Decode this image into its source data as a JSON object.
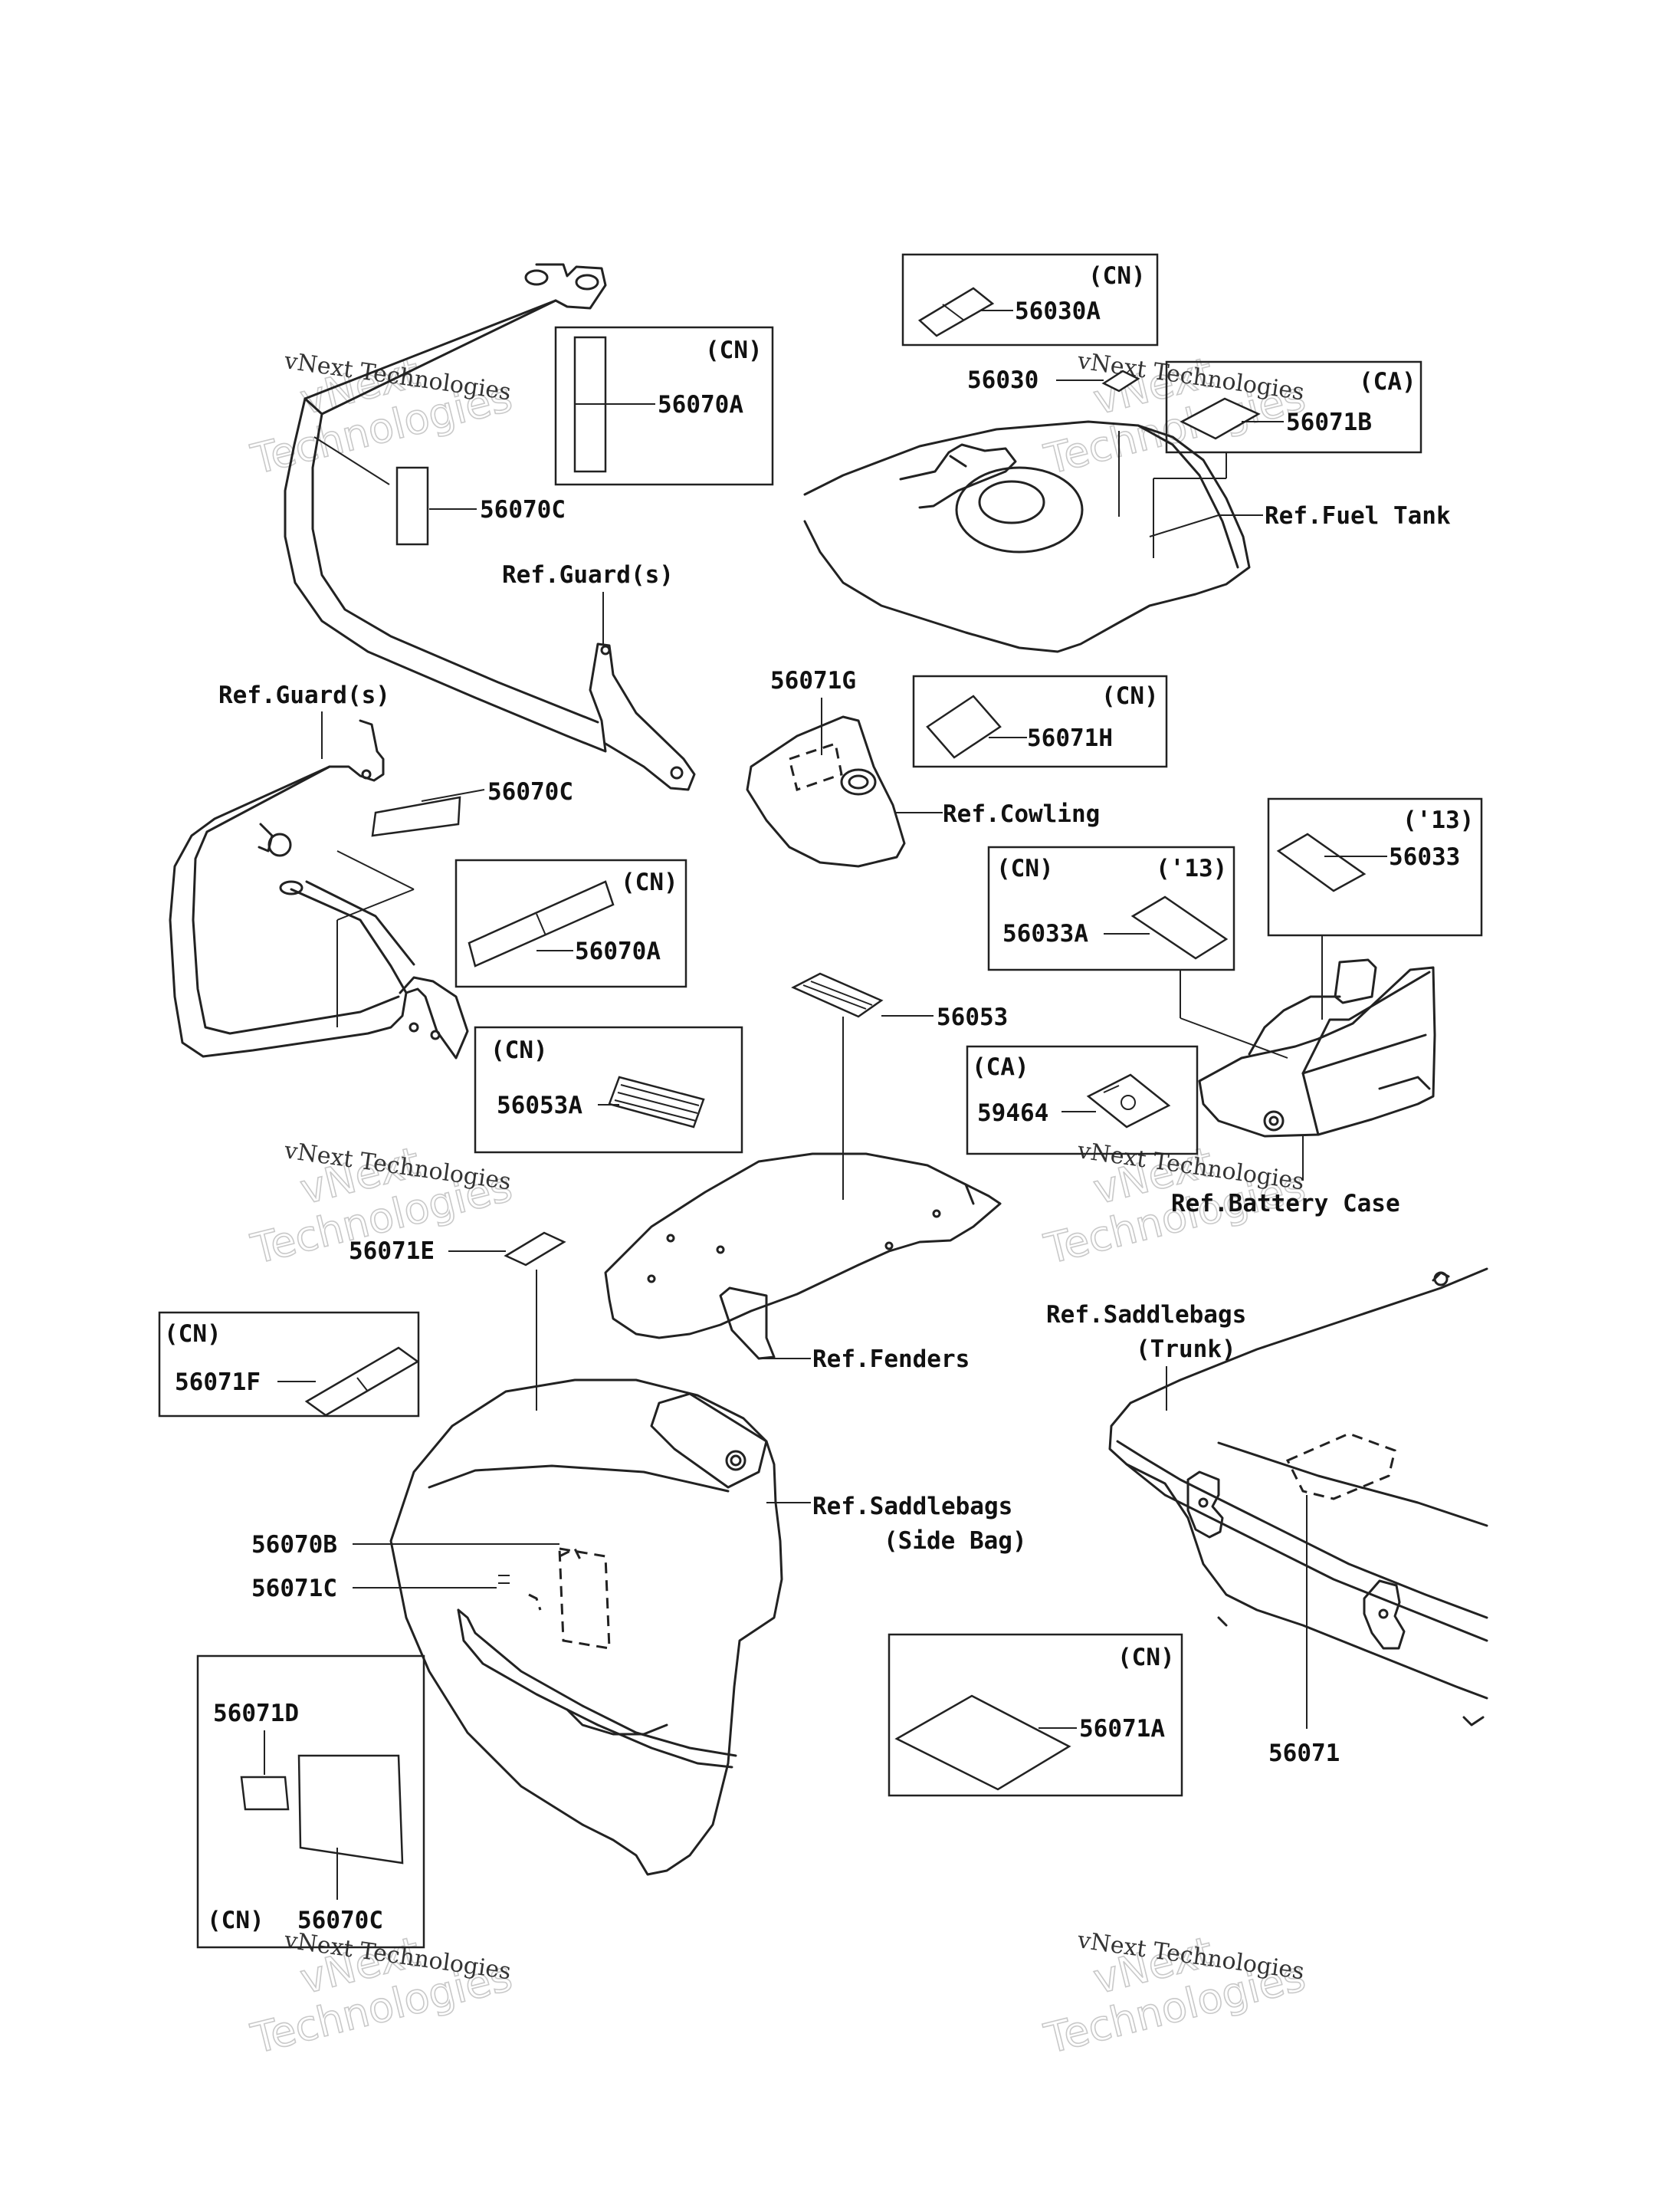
{
  "watermark": {
    "line1": "vNext",
    "line2": "vNext Technologies",
    "line3": "Technologies"
  },
  "labels": {
    "p56070A_top": "56070A",
    "p56070C_top": "56070C",
    "ref_guard_1": "Ref.Guard(s)",
    "ref_guard_2": "Ref.Guard(s)",
    "p56070C_mid": "56070C",
    "p56070A_mid": "56070A",
    "p56053A": "56053A",
    "p56030A": "56030A",
    "p56030": "56030",
    "p56071B": "56071B",
    "ref_fuel_tank": "Ref.Fuel Tank",
    "p56071G": "56071G",
    "p56071H": "56071H",
    "ref_cowling": "Ref.Cowling",
    "p56033": "56033",
    "p56033A": "56033A",
    "p56053": "56053",
    "p59464": "59464",
    "ref_battery_case": "Ref.Battery Case",
    "p56071E": "56071E",
    "ref_fenders": "Ref.Fenders",
    "p56071F": "56071F",
    "ref_saddlebags_trunk_1": "Ref.Saddlebags",
    "ref_saddlebags_trunk_2": "(Trunk)",
    "ref_saddlebags_side_1": "Ref.Saddlebags",
    "ref_saddlebags_side_2": "(Side Bag)",
    "p56070B": "56070B",
    "p56071C": "56071C",
    "p56071D": "56071D",
    "p56070C_bot": "56070C",
    "p56071A": "56071A",
    "p56071": "56071"
  },
  "box_tags": {
    "cn_56070A_top": "(CN)",
    "cn_56030A": "(CN)",
    "ca_56071B": "(CA)",
    "cn_56071H": "(CN)",
    "y13_56033": "('13)",
    "cn_56033A": "(CN)",
    "y13_56033A": "('13)",
    "cn_56070A_mid": "(CN)",
    "cn_56053A": "(CN)",
    "ca_59464": "(CA)",
    "cn_56071F": "(CN)",
    "cn_56071A": "(CN)",
    "cn_56071D": "(CN)"
  }
}
